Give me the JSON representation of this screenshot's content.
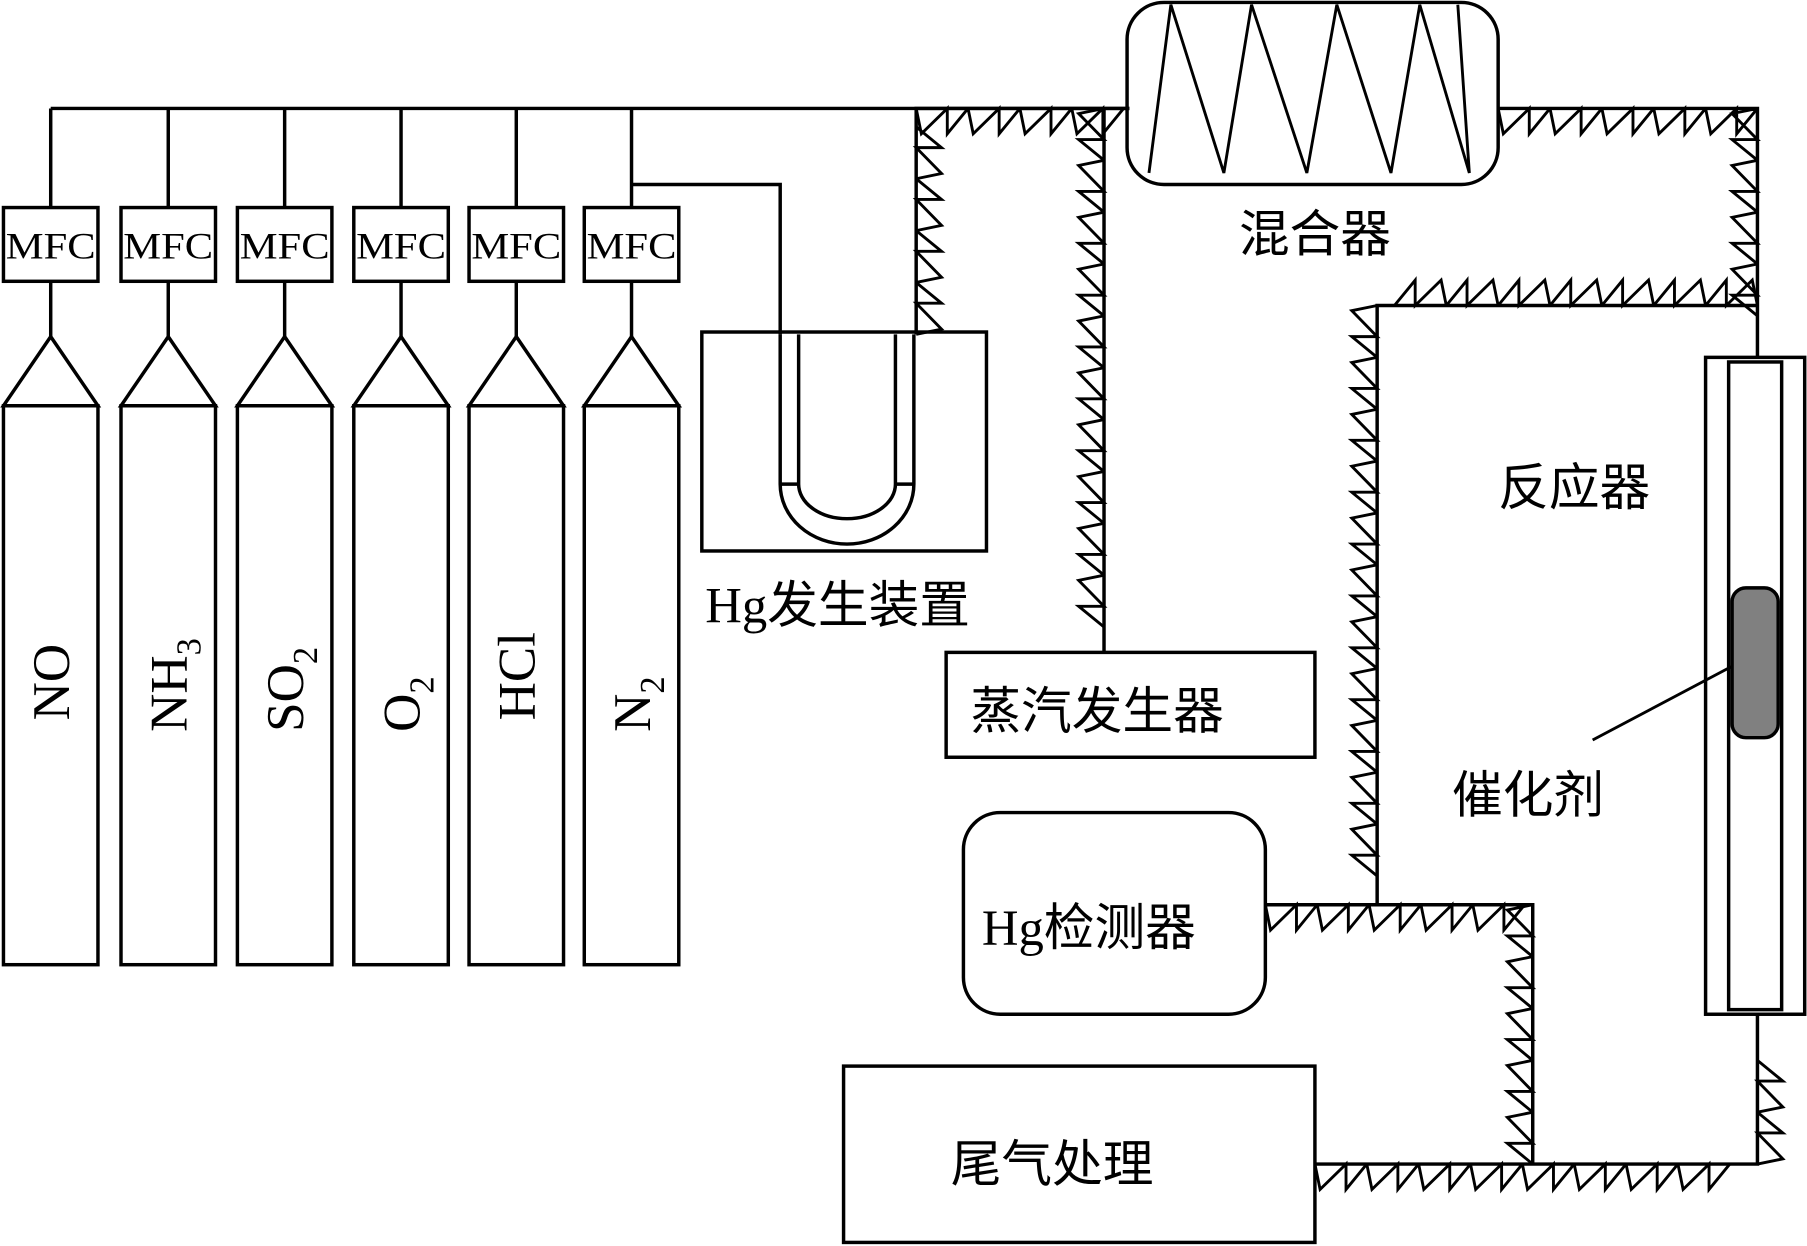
{
  "gases": [
    {
      "label": "NO",
      "sub": ""
    },
    {
      "label": "NH",
      "sub": "3"
    },
    {
      "label": "SO",
      "sub": "2"
    },
    {
      "label": "O",
      "sub": "2"
    },
    {
      "label": "HCl",
      "sub": ""
    },
    {
      "label": "N",
      "sub": "2"
    }
  ],
  "mfc_label": "MFC",
  "labels": {
    "hg_generator": "Hg发生装置",
    "mixer": "混合器",
    "steam_generator": "蒸汽发生器",
    "reactor": "反应器",
    "catalyst": "催化剂",
    "hg_detector": "Hg检测器",
    "exhaust_treatment": "尾气处理"
  },
  "colors": {
    "line": "#000000",
    "catalyst": "#808080"
  }
}
